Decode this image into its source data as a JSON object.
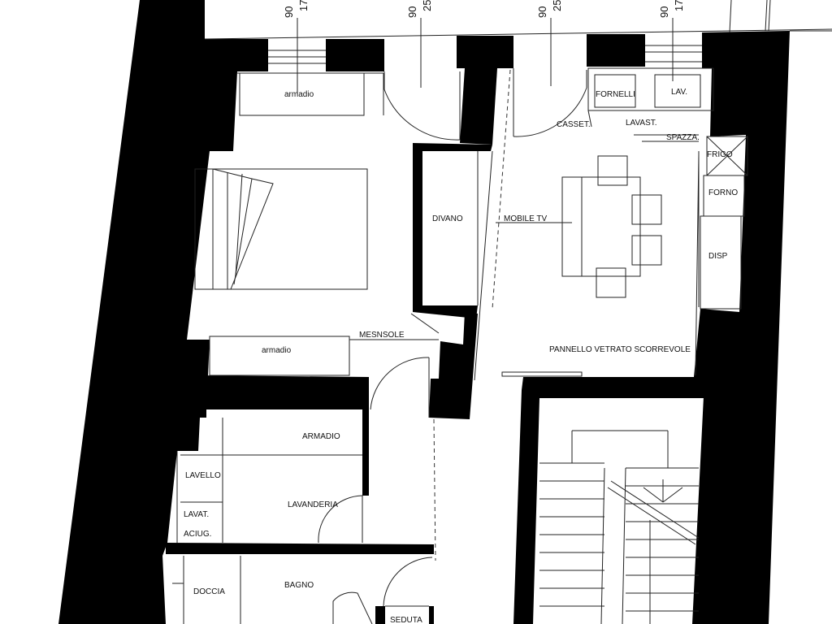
{
  "dimensions": [
    {
      "top": "90",
      "bottom": "17"
    },
    {
      "top": "90",
      "bottom": "25"
    },
    {
      "top": "90",
      "bottom": "25"
    },
    {
      "top": "90",
      "bottom": "17"
    }
  ],
  "rooms": {
    "armadio_top": "armadio",
    "armadio_bottom": "armadio",
    "divano": "DIVANO",
    "mobile_tv": "MOBILE TV",
    "mensole": "MESNSOLE",
    "pannello": "PANNELLO VETRATO SCORREVOLE",
    "armadio_caps": "ARMADIO",
    "lavello": "LAVELLO",
    "lavanderia": "LAVANDERIA",
    "lavat": "LAVAT.",
    "asciug": "ACIUG.",
    "doccia": "DOCCIA",
    "bagno": "BAGNO",
    "seduta": "SEDUTA"
  },
  "kitchen": {
    "fornelli": "FORNELLI",
    "lav": "LAV.",
    "casset": "CASSET.",
    "lavast": "LAVAST.",
    "spazza": "SPAZZA.",
    "frigo": "FRIGO",
    "forno": "FORNO",
    "disp": "DISP"
  }
}
